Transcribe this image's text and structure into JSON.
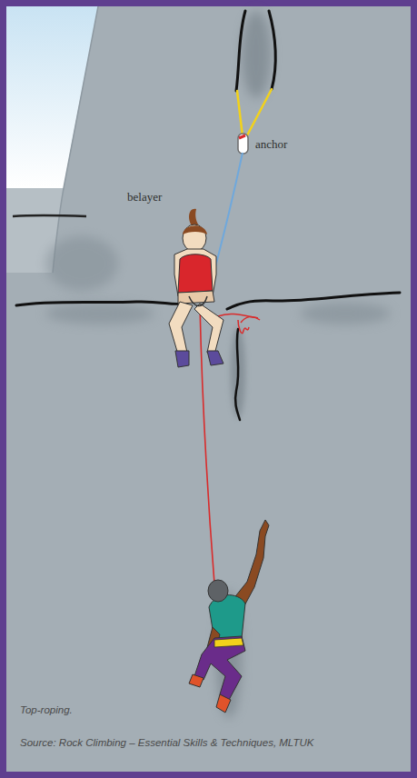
{
  "diagram": {
    "caption": "Top-roping.",
    "labels": [
      "anchor",
      "belayer",
      "Source: Rock Climbing – Essential Skills & Techniques, MLTUK"
    ]
  }
}
